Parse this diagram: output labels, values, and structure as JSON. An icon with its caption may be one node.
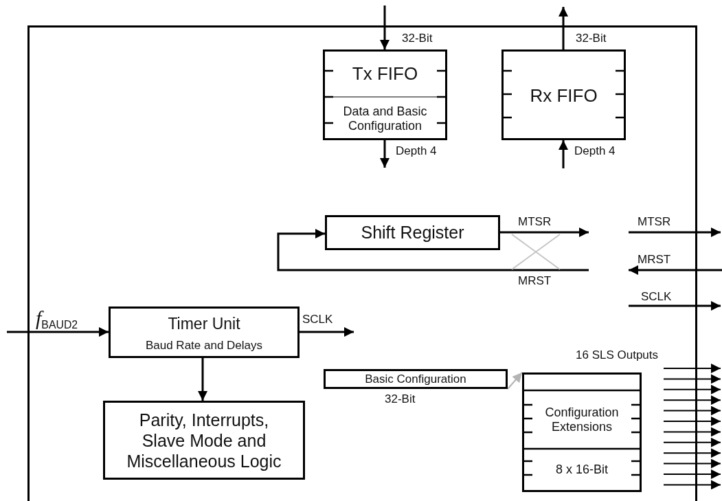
{
  "diagram": {
    "nodes": [
      {
        "text": [],
        "shape": "box"
      },
      {
        "text": [
          "Tx FIFO",
          "Data and Basic Configuration"
        ],
        "in": 0
      },
      {
        "text": [
          "Rx FIFO"
        ],
        "in": 0
      },
      {
        "text": [
          "Shift Register"
        ],
        "in": 0
      },
      {
        "text": [
          "Timer Unit",
          "Baud Rate and Delays"
        ],
        "in": 0
      },
      {
        "text": [
          "Parity, Interrupts, Slave Mode and Miscellaneous Logic"
        ],
        "in": 0
      },
      {
        "text": [
          "Basic Configuration"
        ],
        "in": 0,
        "beside": [
          "32-Bit"
        ]
      },
      {
        "text": [
          "Configuration Extensions",
          "8 x 16-Bit"
        ],
        "in": 0
      }
    ],
    "edges": [
      {
        "from": null,
        "to": 1,
        "arrow": "to",
        "label": "32-Bit"
      },
      {
        "from": 1,
        "to": null,
        "arrow": "to",
        "label": "Depth 4"
      },
      {
        "from": 2,
        "to": null,
        "arrow": "to",
        "label": "32-Bit"
      },
      {
        "from": null,
        "to": 2,
        "arrow": "to",
        "label": "Depth 4"
      },
      {
        "from": 3,
        "to": null,
        "arrow": "to",
        "label": "MTSR"
      },
      {
        "from": null,
        "to": 3,
        "arrow": "to",
        "label": "MRST"
      },
      {
        "from": null,
        "to": 4,
        "arrow": "to",
        "label": "*f*$_{BAUD2}$"
      },
      {
        "from": 4,
        "to": null,
        "arrow": "to",
        "label": "SCLK"
      },
      {
        "from": 4,
        "to": 5,
        "arrow": "to"
      },
      {
        "from": 6,
        "to": 7,
        "arrow": "to",
        "color": "#b4b4b4"
      }
    ],
    "labels": [
      "MTSR",
      "MRST",
      "SCLK",
      "16 SLS Outputs"
    ]
  }
}
